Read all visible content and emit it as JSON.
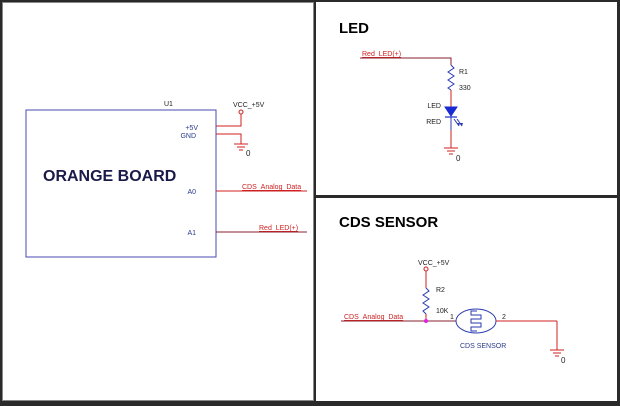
{
  "colors": {
    "wire": "#d02020",
    "component": "#2a3ab0",
    "component_label": "#2a3a8a",
    "net_label": "#cc2222",
    "junction": "#e020e0",
    "background": "#ffffff",
    "frame": "#2a2a2a"
  },
  "left_panel": {
    "ref": "U1",
    "board_label": "ORANGE BOARD",
    "power_label": "VCC_+5V",
    "pins": [
      {
        "name": "+5V"
      },
      {
        "name": "GND"
      },
      {
        "name": "A0",
        "net": "CDS_Analog_Data"
      },
      {
        "name": "A1",
        "net": "Red_LED(+)"
      }
    ],
    "ground_label": "0"
  },
  "led_panel": {
    "title": "LED",
    "net_label": "Red_LED(+)",
    "resistor": {
      "ref": "R1",
      "value": "330"
    },
    "led": {
      "ref": "LED",
      "value": "RED"
    },
    "ground_label": "0"
  },
  "cds_panel": {
    "title": "CDS SENSOR",
    "power_label": "VCC_+5V",
    "resistor": {
      "ref": "R2",
      "value": "10K"
    },
    "net_label": "CDS_Analog_Data",
    "sensor": {
      "label": "CDS SENSOR",
      "pin1": "1",
      "pin2": "2"
    },
    "ground_label": "0"
  }
}
